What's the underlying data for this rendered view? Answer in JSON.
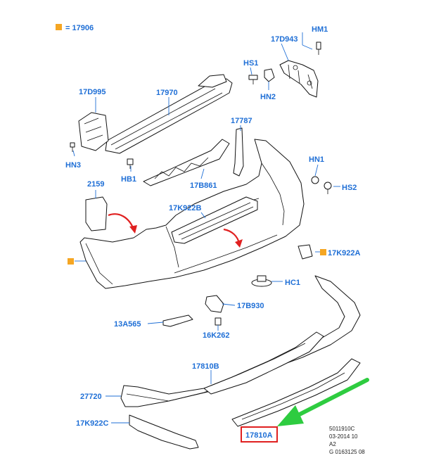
{
  "legend": {
    "marker_color": "#f5a623",
    "text": "= 17906"
  },
  "labels": {
    "hm1": "HM1",
    "p17d943": "17D943",
    "hs1": "HS1",
    "hn2": "HN2",
    "p17d995": "17D995",
    "p17970": "17970",
    "p17787": "17787",
    "hn3": "HN3",
    "hb1": "HB1",
    "p17b861": "17B861",
    "hn1": "HN1",
    "hs2": "HS2",
    "p2159": "2159",
    "p17k922b": "17K922B",
    "p17k922a": "17K922A",
    "hc1": "HC1",
    "p17b930": "17B930",
    "p13a565": "13A565",
    "p16k262": "16K262",
    "p17810b": "17810B",
    "p27720": "27720",
    "p17k922c": "17K922C",
    "p17810a": "17810A"
  },
  "reference": {
    "line1": "5011910C",
    "line2": "03-2014 10",
    "line3": "A2",
    "line4": "G 0163125 08"
  },
  "colors": {
    "label_blue": "#1f6fd6",
    "highlight_red": "#e02020",
    "arrow_green": "#2ecc40",
    "marker_orange": "#f5a623"
  }
}
